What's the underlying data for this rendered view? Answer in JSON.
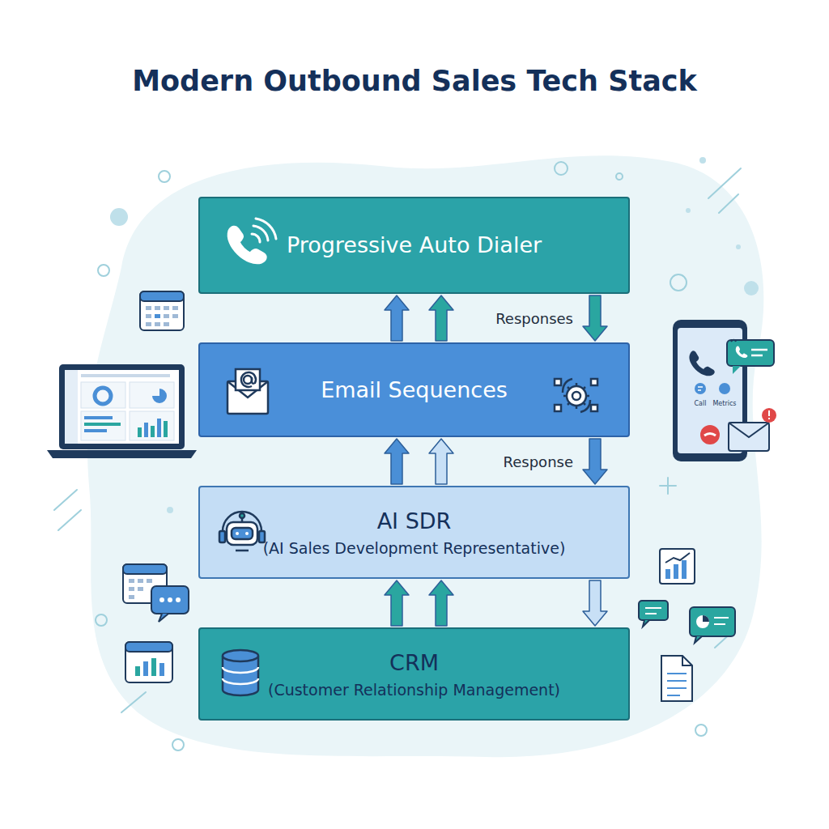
{
  "diagram": {
    "title": "Modern Outbound Sales Tech Stack",
    "nodes": [
      {
        "text": [
          "Progressive Auto Dialer"
        ]
      },
      {
        "text": [
          "Email Sequences"
        ]
      },
      {
        "text": [
          "AI SDR",
          "(AI Sales Development Representative)"
        ]
      },
      {
        "text": [
          "CRM",
          "(Customer Relationship Management)"
        ]
      }
    ],
    "edges": [
      {
        "from": 1,
        "to": 0,
        "arrow": "to"
      },
      {
        "from": 1,
        "to": 0,
        "arrow": "to"
      },
      {
        "from": 0,
        "to": 1,
        "label": "Responses",
        "arrow": "to"
      },
      {
        "from": 2,
        "to": 1,
        "arrow": "to"
      },
      {
        "from": 2,
        "to": 1,
        "arrow": "to"
      },
      {
        "from": 1,
        "to": 2,
        "label": "Response",
        "arrow": "to"
      },
      {
        "from": 3,
        "to": 2,
        "arrow": "to"
      },
      {
        "from": 3,
        "to": 2,
        "arrow": "to"
      },
      {
        "from": 2,
        "to": 3,
        "arrow": "to"
      }
    ],
    "labels": [
      "Call",
      "Metrics"
    ]
  }
}
